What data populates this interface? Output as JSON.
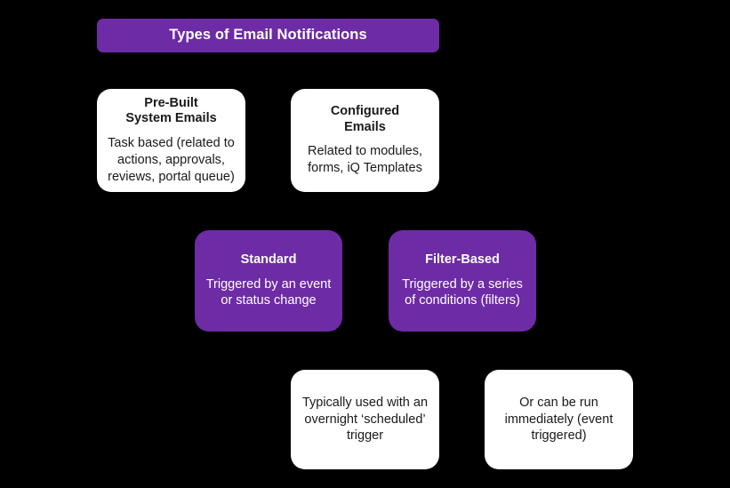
{
  "diagram": {
    "title": "Types of Email Notifications",
    "background_color": "#000000",
    "accent_color": "#6D2BA5",
    "card_white_color": "#FFFFFF",
    "text_dark_color": "#1A1A1A",
    "text_light_color": "#FFFFFF"
  },
  "cards": {
    "prebuilt": {
      "title": "Pre-Built\nSystem Emails",
      "title_line1": "Pre-Built",
      "title_line2": "System Emails",
      "body": "Task based (related to actions, approvals, reviews, portal queue)"
    },
    "configured": {
      "title_line1": "Configured",
      "title_line2": "Emails",
      "body": "Related to modules, forms, iQ Templates"
    },
    "standard": {
      "title": "Standard",
      "body": "Triggered by an event or status change"
    },
    "filter_based": {
      "title": "Filter-Based",
      "body": "Triggered by a series of conditions (filters)"
    },
    "overnight": {
      "body": "Typically used with an overnight ‘scheduled’ trigger"
    },
    "immediate": {
      "body": "Or can be run immediately (event triggered)"
    }
  }
}
